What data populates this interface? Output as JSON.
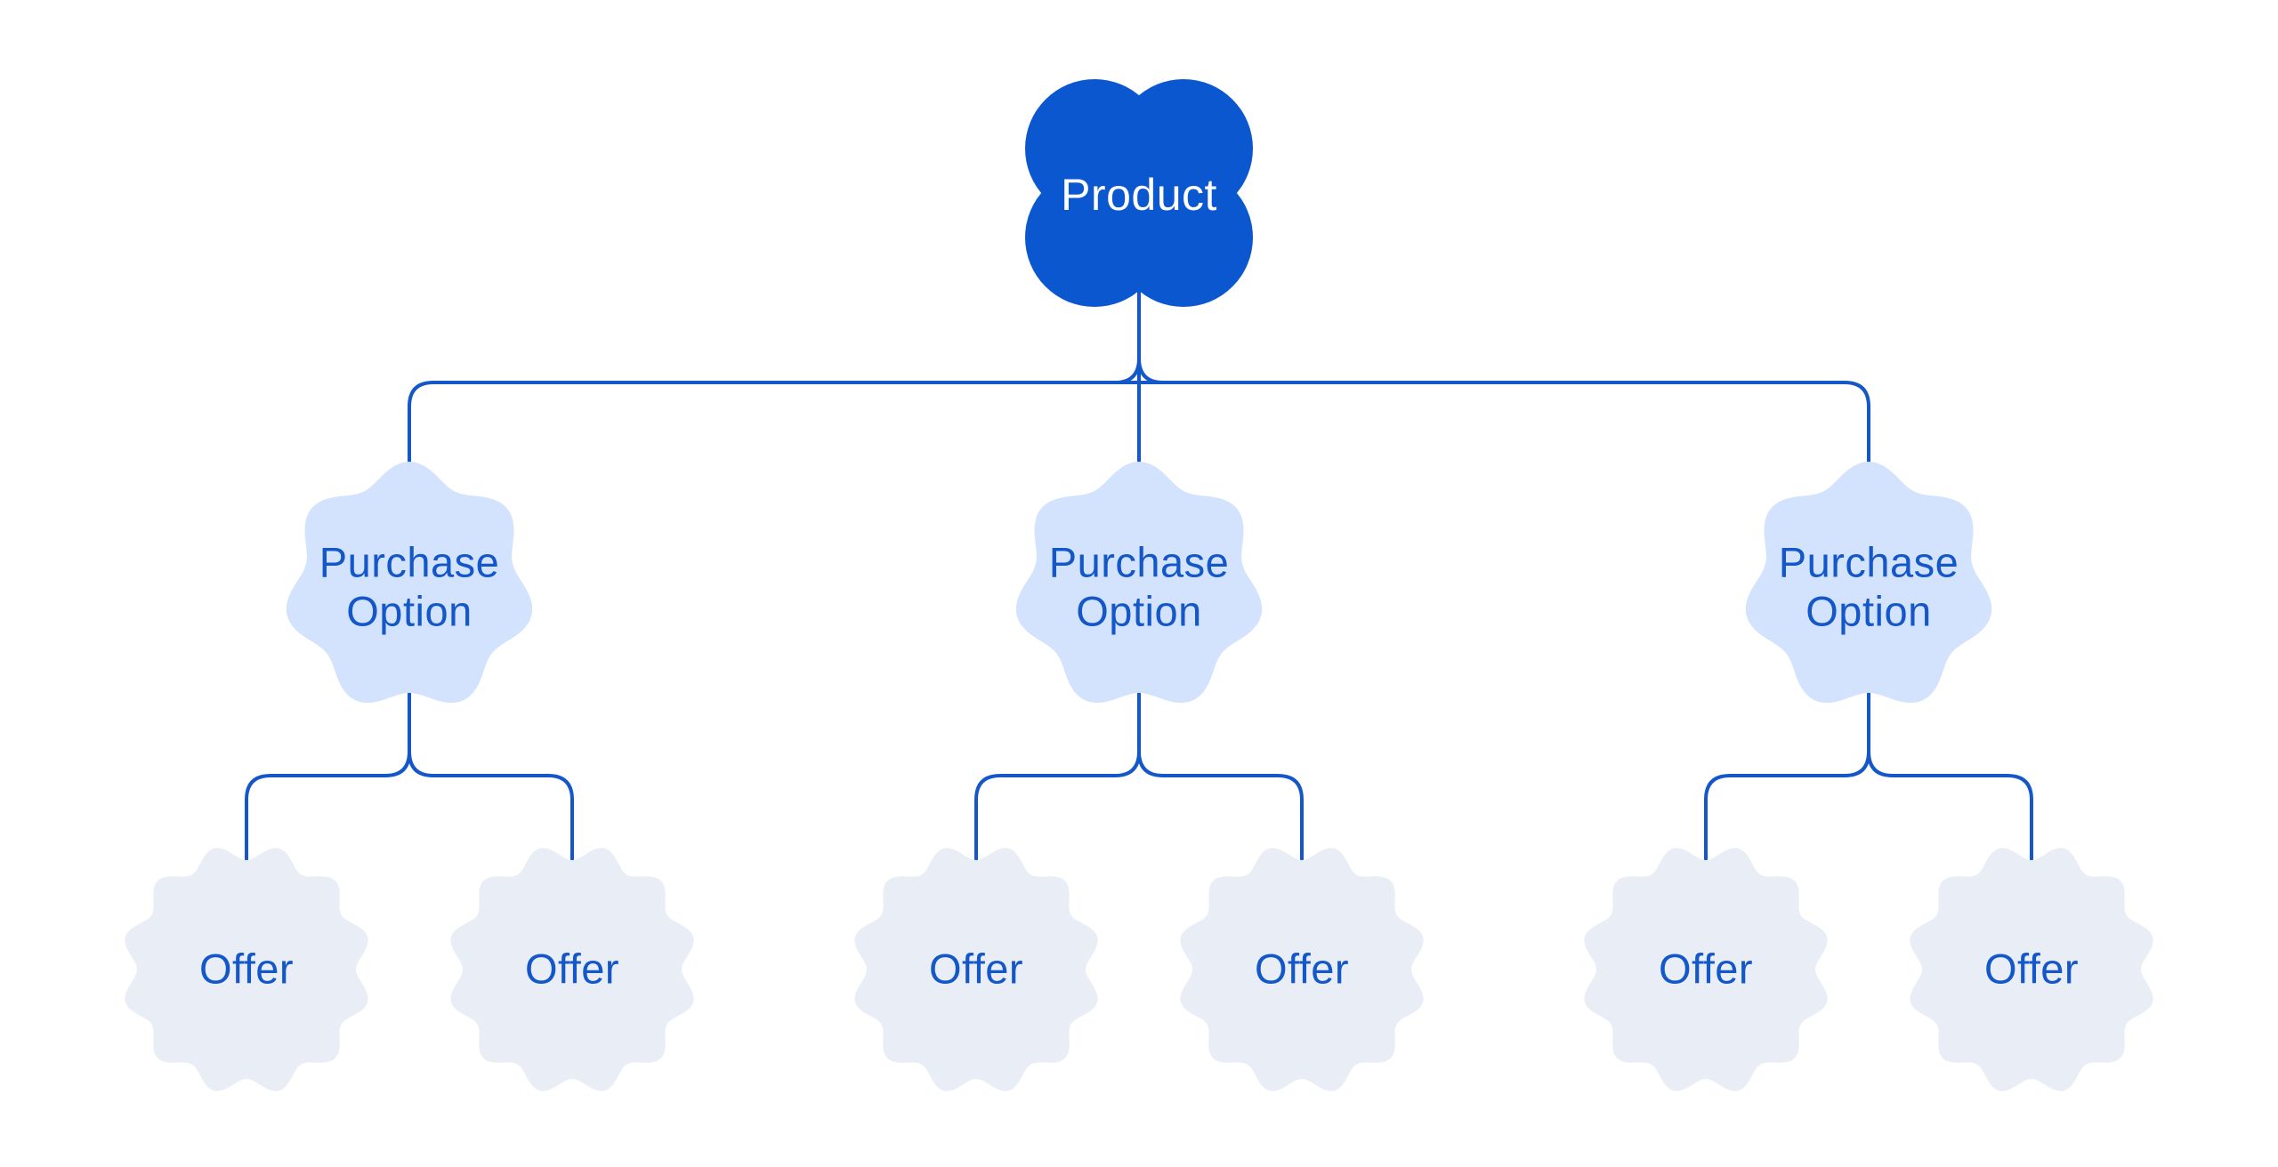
{
  "diagram": {
    "type": "tree",
    "levels": [
      "Product",
      "Purchase Option",
      "Offer"
    ],
    "nodes": {
      "product": {
        "id": "product",
        "label": "Product"
      },
      "purchase_options": [
        {
          "id": "purchase-option-1",
          "label": "Purchase Option"
        },
        {
          "id": "purchase-option-2",
          "label": "Purchase Option"
        },
        {
          "id": "purchase-option-3",
          "label": "Purchase Option"
        }
      ],
      "offers": [
        {
          "id": "offer-1",
          "label": "Offer"
        },
        {
          "id": "offer-2",
          "label": "Offer"
        },
        {
          "id": "offer-3",
          "label": "Offer"
        },
        {
          "id": "offer-4",
          "label": "Offer"
        },
        {
          "id": "offer-5",
          "label": "Offer"
        },
        {
          "id": "offer-6",
          "label": "Offer"
        }
      ]
    },
    "edges": [
      {
        "from": "product",
        "to": "purchase-option-1"
      },
      {
        "from": "product",
        "to": "purchase-option-2"
      },
      {
        "from": "product",
        "to": "purchase-option-3"
      },
      {
        "from": "purchase-option-1",
        "to": "offer-1"
      },
      {
        "from": "purchase-option-1",
        "to": "offer-2"
      },
      {
        "from": "purchase-option-2",
        "to": "offer-3"
      },
      {
        "from": "purchase-option-2",
        "to": "offer-4"
      },
      {
        "from": "purchase-option-3",
        "to": "offer-5"
      },
      {
        "from": "purchase-option-3",
        "to": "offer-6"
      }
    ],
    "colors": {
      "background": "#ffffff",
      "product_fill": "#0b57d0",
      "product_text": "#ffffff",
      "purchase_fill": "#d3e3fd",
      "offer_fill": "#e8edf6",
      "accent_text": "#1457c9",
      "connector": "#1457c9"
    }
  }
}
